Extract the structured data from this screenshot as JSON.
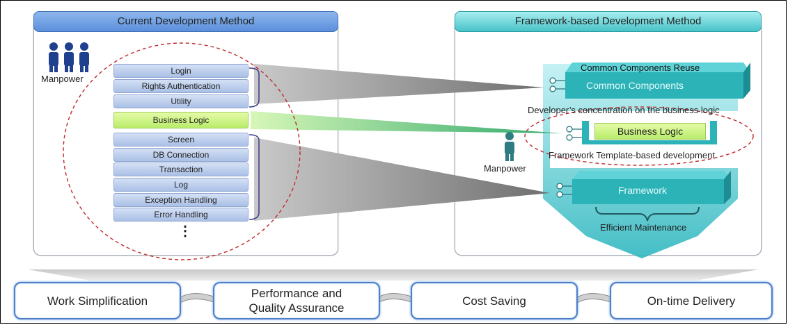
{
  "left_panel": {
    "title": "Current Development Method",
    "manpower_label": "Manpower",
    "items_top": [
      "Login",
      "Rights Authentication",
      "Utility"
    ],
    "business_logic": "Business Logic",
    "items_bottom": [
      "Screen",
      "DB Connection",
      "Transaction",
      "Log",
      "Exception Handling",
      "Error Handling"
    ],
    "ellipsis": "⋮"
  },
  "right_panel": {
    "title": "Framework-based Development Method",
    "common_reuse_label": "Common Components Reuse",
    "common_components": "Common Components",
    "concentration_text": "Developer’s concentration on the business logic",
    "business_logic": "Business Logic",
    "template_text": "Framework Template-based development",
    "manpower_label": "Manpower",
    "framework": "Framework",
    "maintenance": "Efficient Maintenance"
  },
  "benefits": [
    "Work Simplification",
    "Performance and Quality Assurance",
    "Cost Saving",
    "On-time Delivery"
  ],
  "colors": {
    "blue_header": "#5b8fdc",
    "teal_header": "#48c3c9",
    "item_blue": "#aac0e6",
    "item_green": "#b8ec6a",
    "teal_box": "#2bb3b8",
    "person_blue": "#1f3f8f",
    "person_teal": "#2f7d83",
    "dashed_red": "#c0282b",
    "benefit_border": "#4e7fc9"
  }
}
